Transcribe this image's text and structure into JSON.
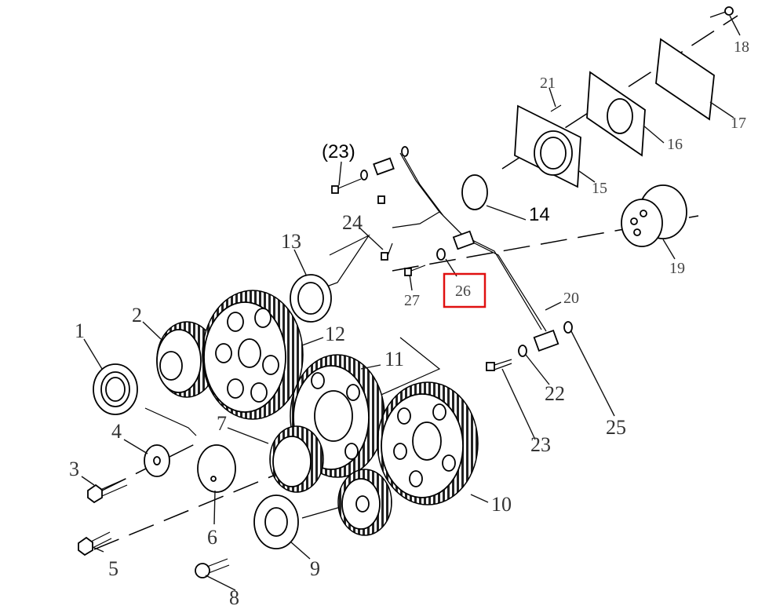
{
  "callouts": {
    "n1": "1",
    "n2": "2",
    "n3": "3",
    "n4": "4",
    "n5": "5",
    "n6": "6",
    "n7": "7",
    "n8": "8",
    "n9": "9",
    "n10": "10",
    "n11": "11",
    "n12": "12",
    "n13": "13",
    "n14": "14",
    "n15": "15",
    "n16": "16",
    "n17": "17",
    "n18": "18",
    "n19": "19",
    "n20": "20",
    "n21": "21",
    "n22": "22",
    "n23": "23",
    "n24": "24",
    "n25": "25",
    "n26": "26",
    "n27": "27",
    "n23ref": "(23)"
  },
  "highlight": {
    "color": "#e01010",
    "target": "26"
  }
}
